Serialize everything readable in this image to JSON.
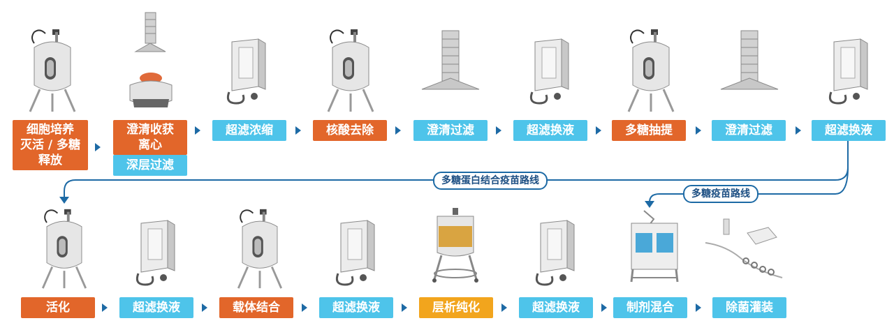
{
  "row1": [
    {
      "label": "细胞培养灭活 / 多糖释放",
      "lines": [
        "细胞培养",
        "灭活 / 多糖",
        "释放"
      ],
      "color": "#e2662a",
      "icon": "bioreactor-icon"
    },
    {
      "label": "澄清收获离心",
      "lines": [
        "澄清收获",
        "离心"
      ],
      "color": "#e2662a",
      "icon": "centrifuge-icon",
      "sub_label": "深层过滤",
      "sub_color": "#4ec4ea"
    },
    {
      "label": "超滤浓缩",
      "color": "#4ec4ea",
      "icon": "ultrafiltration-icon"
    },
    {
      "label": "核酸去除",
      "color": "#e2662a",
      "icon": "bioreactor-icon"
    },
    {
      "label": "澄清过滤",
      "color": "#4ec4ea",
      "icon": "depth-filter-icon"
    },
    {
      "label": "超滤换液",
      "color": "#4ec4ea",
      "icon": "ultrafiltration-icon"
    },
    {
      "label": "多糖抽提",
      "color": "#e2662a",
      "icon": "bioreactor-icon"
    },
    {
      "label": "澄清过滤",
      "color": "#4ec4ea",
      "icon": "depth-filter-icon"
    },
    {
      "label": "超滤换液",
      "color": "#4ec4ea",
      "icon": "ultrafiltration-icon"
    }
  ],
  "row2": [
    {
      "label": "活化",
      "color": "#e2662a",
      "icon": "bioreactor-icon"
    },
    {
      "label": "超滤换液",
      "color": "#4ec4ea",
      "icon": "ultrafiltration-icon"
    },
    {
      "label": "载体结合",
      "color": "#e2662a",
      "icon": "bioreactor-icon"
    },
    {
      "label": "超滤换液",
      "color": "#4ec4ea",
      "icon": "ultrafiltration-icon"
    },
    {
      "label": "层析纯化",
      "color": "#f2a51d",
      "icon": "chromatography-column-icon"
    },
    {
      "label": "超滤换液",
      "color": "#4ec4ea",
      "icon": "ultrafiltration-icon"
    },
    {
      "label": "制剂混合",
      "color": "#4ec4ea",
      "icon": "mixing-system-icon"
    },
    {
      "label": "除菌灌装",
      "color": "#4ec4ea",
      "icon": "filling-bag-icon"
    }
  ],
  "routes": {
    "conjugate": "多糖蛋白结合疫苗路线",
    "polysaccharide": "多糖疫苗路线"
  },
  "colors": {
    "arrow": "#1d6aa5",
    "orange": "#e2662a",
    "blue": "#4ec4ea",
    "yellow": "#f2a51d"
  }
}
